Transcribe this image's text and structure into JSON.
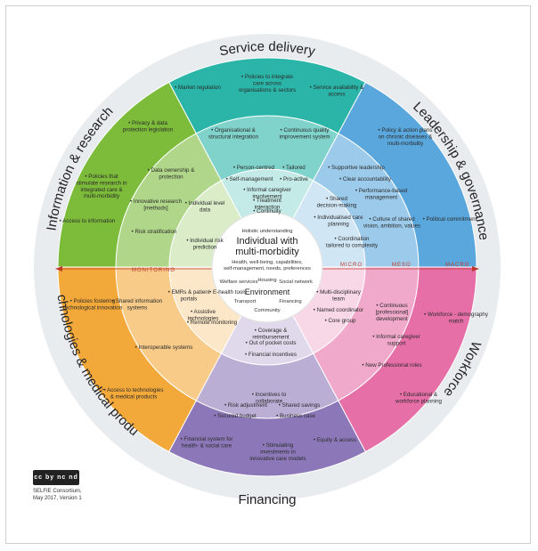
{
  "sectors": {
    "service_delivery": {
      "title": "Service delivery",
      "outer": [
        "• Market regulation",
        "• Policies to integrate care across organisations & sectors",
        "• Service availability & access"
      ],
      "middle": [
        "• Organisational & structural integration",
        "• Continuous quality improvement system"
      ],
      "inner": [
        "• Person-centred",
        "• Tailored",
        "• Self-management",
        "• Pro-active",
        "• Informal caregiver involvement",
        "• Treatment interaction",
        "• Continuity"
      ]
    },
    "leadership": {
      "title": "Leadership & governance",
      "outer": [
        "• Policy & action plans on chronic diseases & multi-morbidity",
        "• Political commitment"
      ],
      "middle": [
        "• Supportive leadership",
        "• Clear accountability",
        "• Performance-based management",
        "• Culture of shared vision, ambition, values"
      ],
      "inner": [
        "• Shared decision-making",
        "• Individualised care planning",
        "• Coordination tailored to complexity"
      ]
    },
    "workforce": {
      "title": "Workforce",
      "outer": [
        "• Workforce - demography match",
        "• Educational & workforce planning"
      ],
      "middle": [
        "• Continuous [professional] development",
        "• Informal caregiver support",
        "• New Professional roles"
      ],
      "inner": [
        "• Multi-disciplinary team",
        "• Named coordinator",
        "• Core group"
      ]
    },
    "financing": {
      "title": "Financing",
      "outer": [
        "• Financial system for health- & social care",
        "• Stimulating investments in innovative care models",
        "• Equity & access"
      ],
      "middle": [
        "• Incentives to collaborate",
        "• Risk adjustment",
        "• Shared savings",
        "• Secured budget",
        "• Business case"
      ],
      "inner": [
        "• Coverage & reimbursement",
        "• Out of pocket costs",
        "• Financial incentives"
      ]
    },
    "technologies": {
      "title": "Technologies & medical products",
      "outer": [
        "• Policies fostering technological innovation",
        "• Access to technologies & medical products"
      ],
      "middle": [
        "• Shared information systems",
        "• Interoperable systems"
      ],
      "inner": [
        "• EMRs & patient portals",
        "• E-health tools",
        "• Assistive technologies",
        "• Remote monitoring"
      ]
    },
    "information": {
      "title": "Information & research",
      "outer": [
        "• Privacy & data protection legislation",
        "• Policies that stimulate research in integrated care & multi-morbidity",
        "• Access to information"
      ],
      "middle": [
        "• Data ownership & protection",
        "• Innovative research [methods]",
        "• Risk stratification"
      ],
      "inner": [
        "• Individual level data",
        "• Individual risk prediction"
      ]
    }
  },
  "center": {
    "holistic": "Holistic understanding",
    "title_line1": "Individual with",
    "title_line2": "multi-morbidity",
    "sub_line1": "Health, well-being, capabilities,",
    "sub_line2": "self-management, needs, preferences",
    "environment": "Environment",
    "env_items": [
      "Welfare services",
      "Housing",
      "Social network",
      "Transport",
      "Financing",
      "Community"
    ]
  },
  "scale": {
    "monitoring": "MONITORING",
    "micro": "MICRO",
    "meso": "MESO",
    "macro": "MACRO"
  },
  "footer": {
    "license": "cc by nc nd",
    "line1": "SELFIE Consortium,",
    "line2": "May 2017, Version 1"
  },
  "colors": {
    "service_delivery": "#2bb5a8",
    "leadership": "#5aa7dd",
    "workforce": "#e76fa8",
    "financing": "#8c78b9",
    "technologies": "#f3a93a",
    "information": "#7cbc3a"
  }
}
